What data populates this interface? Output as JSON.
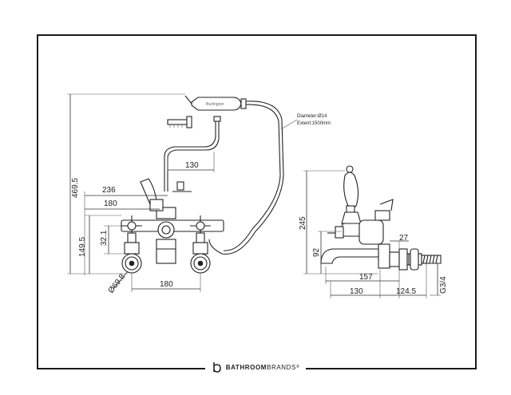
{
  "notes": {
    "diameter": "Diameter:Ø14",
    "extent": "Extent:1500mm"
  },
  "dims": {
    "front_height": "469.5",
    "shower_offset": "130",
    "width_236": "236",
    "width_180_top": "180",
    "h_149_5": "149.5",
    "h_32_1": "32.1",
    "diam_69_8": "Ø69.8",
    "width_180_bottom": "180",
    "side_height": "245",
    "side_92": "92",
    "side_27": "27",
    "side_157": "157",
    "side_130": "130",
    "side_124_5": "124.5",
    "thread": "G3/4"
  },
  "handset_label": "Burlington",
  "brand": {
    "name_bold": "BATHROOM",
    "name_regular": "BRANDS",
    "mark": "®"
  },
  "colors": {
    "line": "#222222",
    "frame": "#1a1a1a",
    "background": "#ffffff"
  }
}
